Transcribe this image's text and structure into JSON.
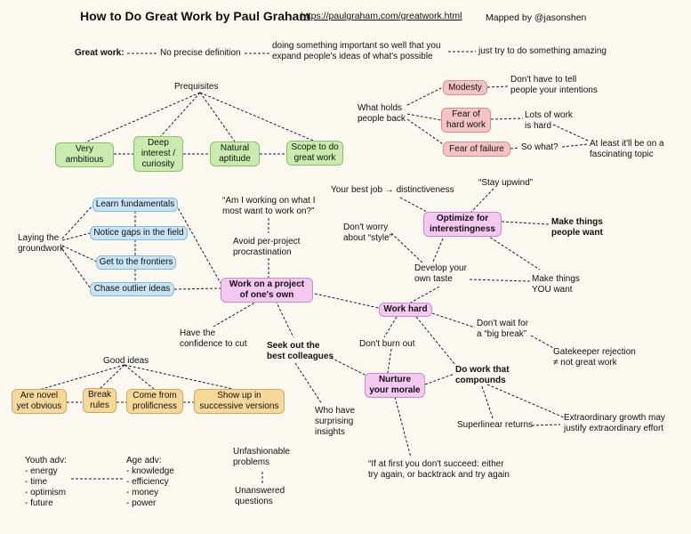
{
  "header": {
    "title": "How to Do Great Work by Paul Graham",
    "link": "https://paulgraham.com/greatwork.html",
    "credit": "Mapped by @jasonshen"
  },
  "definition": {
    "label": "Great work:",
    "a": "No precise definition",
    "b": "doing something important so well that you\nexpand people's ideas of what's possible",
    "c": "just try to do something amazing"
  },
  "prereq": {
    "title": "Prequisites",
    "items": [
      "Very\nambitious",
      "Deep\ninterest /\ncuriosity",
      "Natural\naptitude",
      "Scope to do\ngreat work"
    ]
  },
  "holds": {
    "title": "What holds\npeople back",
    "modesty": "Modesty",
    "modesty_note": "Don't have to tell\npeople your intentions",
    "hard": "Fear of\nhard work",
    "hard_note": "Lots of work\nis hard",
    "failure": "Fear of failure",
    "failure_note": "So what?",
    "fascinating": "At least it'll be on a\nfascinating topic"
  },
  "groundwork": {
    "title": "Laying the\ngroundwork",
    "items": [
      "Learn fundamentals",
      "Notice gaps in the field",
      "Get to the frontiers",
      "Chase outlier ideas"
    ]
  },
  "project": {
    "question": "“Am I working on what I\nmost want to work on?”",
    "avoid": "Avoid per-project\nprocrastination",
    "center": "Work on a project\nof one's own",
    "confidence": "Have the\nconfidence to cut"
  },
  "interesting": {
    "best_job": "Your best job → distinctiveness",
    "upwind": "“Stay upwind”",
    "style": "Don't worry\nabout “style”",
    "center": "Optimize for\ninterestingness",
    "things": "Make things\npeople want",
    "taste": "Develop your\nown taste",
    "you_want": "Make things\nYOU want"
  },
  "work": {
    "hard": "Work hard",
    "big_break": "Don't wait for\na “big break”",
    "gatekeeper": "Gatekeeper rejection\n≠ not great work",
    "burn": "Don't burn out",
    "compounds": "Do work that\ncompounds",
    "superlinear": "Superlinear returns",
    "growth": "Extraordinary growth may\njustify extraordinary effort"
  },
  "colleagues": {
    "seek": "Seek out the\nbest colleagues",
    "surprising": "Who have\nsurprising\ninsights",
    "morale": "Nurture\nyour morale",
    "try_again": "“If at first you don't succeed: either\ntry again, or backtrack and try again"
  },
  "ideas": {
    "title": "Good ideas",
    "items": [
      "Are novel\nyet obvious",
      "Break\nrules",
      "Come from\nprolificness",
      "Show up in\nsuccessive versions"
    ]
  },
  "age": {
    "youth": "Youth adv:\n- energy\n- time\n- optimism\n- future",
    "old": "Age adv:\n- knowledge\n- efficiency\n- money\n- power",
    "unfashionable": "Unfashionable\nproblems",
    "unanswered": "Unanswered\nquestions"
  }
}
